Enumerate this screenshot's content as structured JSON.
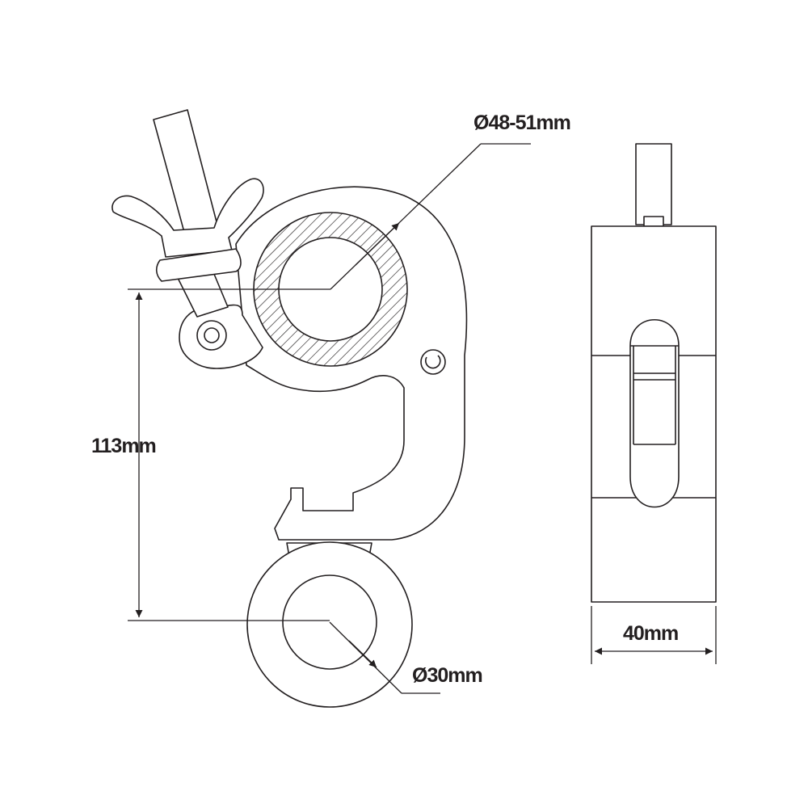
{
  "diagram": {
    "labels": {
      "pipe_diameter": "Ø48-51mm",
      "height": "113mm",
      "width": "40mm",
      "eye_diameter": "Ø30mm"
    },
    "colors": {
      "stroke": "#231f20",
      "background": "#ffffff"
    }
  }
}
